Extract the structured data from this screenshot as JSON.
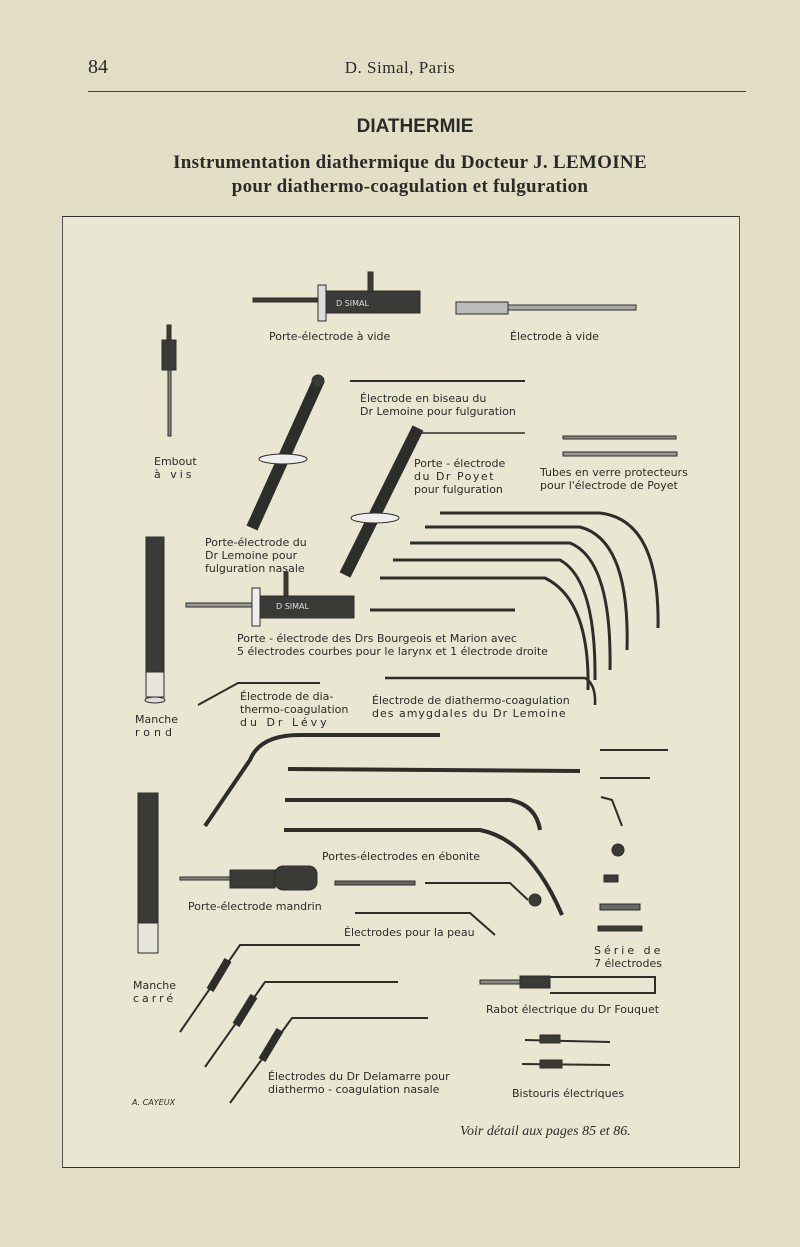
{
  "header": {
    "page_number": "84",
    "running_title": "D. Simal, Paris"
  },
  "title": "DIATHERMIE",
  "subtitle_lines": [
    "Instrumentation diathermique du Docteur J. LEMOINE",
    "pour diathermo-coagulation et fulguration"
  ],
  "captions": {
    "porte_electrode_vide": "Porte-électrode à vide",
    "electrode_vide": "Électrode à vide",
    "embout": [
      "Embout",
      "à vis"
    ],
    "biseau": [
      "Électrode en biseau du",
      "Dr Lemoine pour fulguration"
    ],
    "poyet": [
      "Porte - électrode",
      "du Dr Poyet",
      "pour fulguration"
    ],
    "tubes": [
      "Tubes en verre protecteurs",
      "pour l'électrode de Poyet"
    ],
    "lemoine_nasale": [
      "Porte-électrode du",
      "Dr Lemoine pour",
      "fulguration nasale"
    ],
    "bourgeois": [
      "Porte - électrode des Drs Bourgeois et Marion avec",
      "5 électrodes courbes pour le larynx et 1 électrode droite"
    ],
    "levy": [
      "Électrode de dia-",
      "thermo-coagulation",
      "du Dr Lévy"
    ],
    "amygdales": [
      "Électrode de diathermo-coagulation",
      "des amygdales du Dr Lemoine"
    ],
    "manche_rond": [
      "Manche",
      "rond"
    ],
    "ebonite": "Portes-électrodes en ébonite",
    "mandrin": "Porte-électrode mandrin",
    "peau": "Électrodes pour la peau",
    "serie": [
      "Série de",
      "7 électrodes"
    ],
    "manche_carre": [
      "Manche",
      "carré"
    ],
    "rabot": "Rabot électrique du Dr Fouquet",
    "delamarre": [
      "Électrodes du Dr Delamarre pour",
      "diathermo - coagulation nasale"
    ],
    "bistouris": "Bistouris électriques"
  },
  "engraved_brand": "D SIMAL",
  "artist_signature": "A. CAYEUX",
  "footer": "Voir détail aux pages 85 et 86."
}
